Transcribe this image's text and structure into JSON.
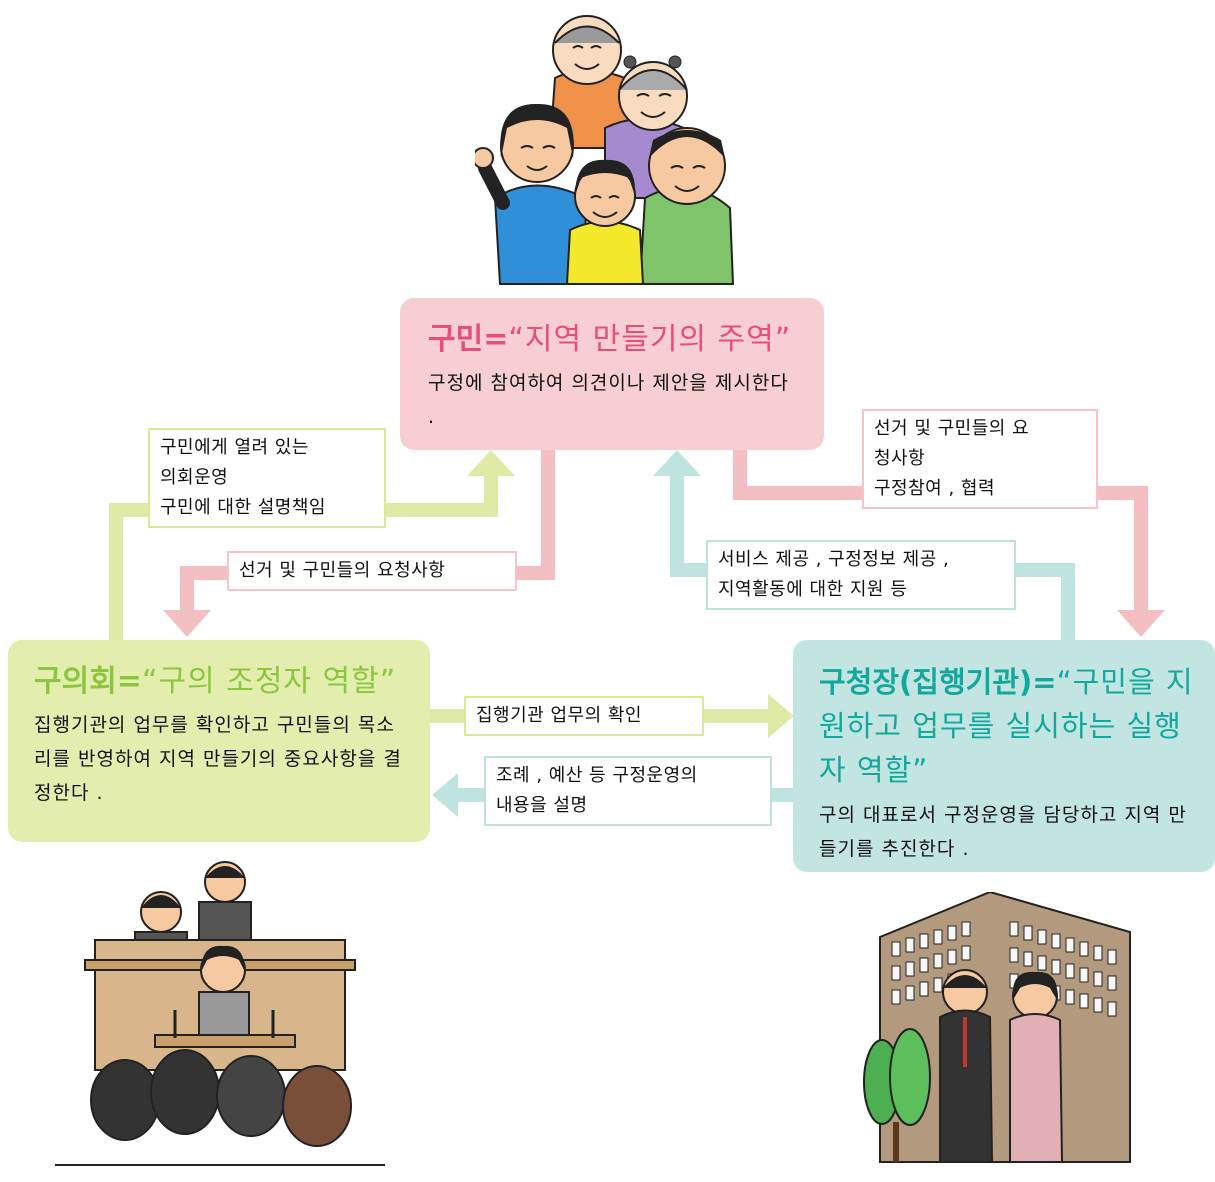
{
  "colors": {
    "pink": "#f8cfd0",
    "pink_arrow": "#f4bfc2",
    "pink_title": "#e84e78",
    "green": "#e3eeae",
    "green_arrow": "#dfeaa6",
    "green_title": "#8cc63f",
    "teal": "#c3e5e2",
    "teal_arrow": "#bfe3df",
    "teal_title": "#13a89e"
  },
  "citizen": {
    "term": "구민=",
    "role": "“지역 만들기의 주역”",
    "desc": "구정에 참여하여 의견이나 제안을 제시한다 ."
  },
  "council": {
    "term": "구의회=",
    "role": "“구의 조정자 역할”",
    "desc": "집행기관의 업무를 확인하고 구민들의 목소리를 반영하여 지역 만들기의 중요사항을 결정한다 ."
  },
  "mayor": {
    "term": "구청장(집행기관)=",
    "role": "“구민을 지원하고 업무를 실시하는 실행자 역할”",
    "desc": "구의 대표로서 구정운영을 담당하고 지역 만들기를 추진한다 ."
  },
  "flows": {
    "council_to_citizen": [
      "구민에게 열려 있는",
      "의회운영",
      "구민에 대한 설명책임"
    ],
    "citizen_to_council": "선거 및 구민들의 요청사항",
    "citizen_to_mayor": [
      "선거 및 구민들의 요",
      "청사항",
      "구정참여 , 협력"
    ],
    "mayor_to_citizen": [
      "서비스 제공 , 구정정보 제공 ,",
      "지역활동에 대한 지원 등"
    ],
    "council_to_mayor": "집행기관 업무의 확인",
    "mayor_to_council": [
      "조례 , 예산 등 구정운영의",
      "내용을 설명"
    ]
  },
  "illustrations": {
    "citizens": "family-illustration",
    "council": "assembly-illustration",
    "mayor": "office-building-illustration"
  }
}
